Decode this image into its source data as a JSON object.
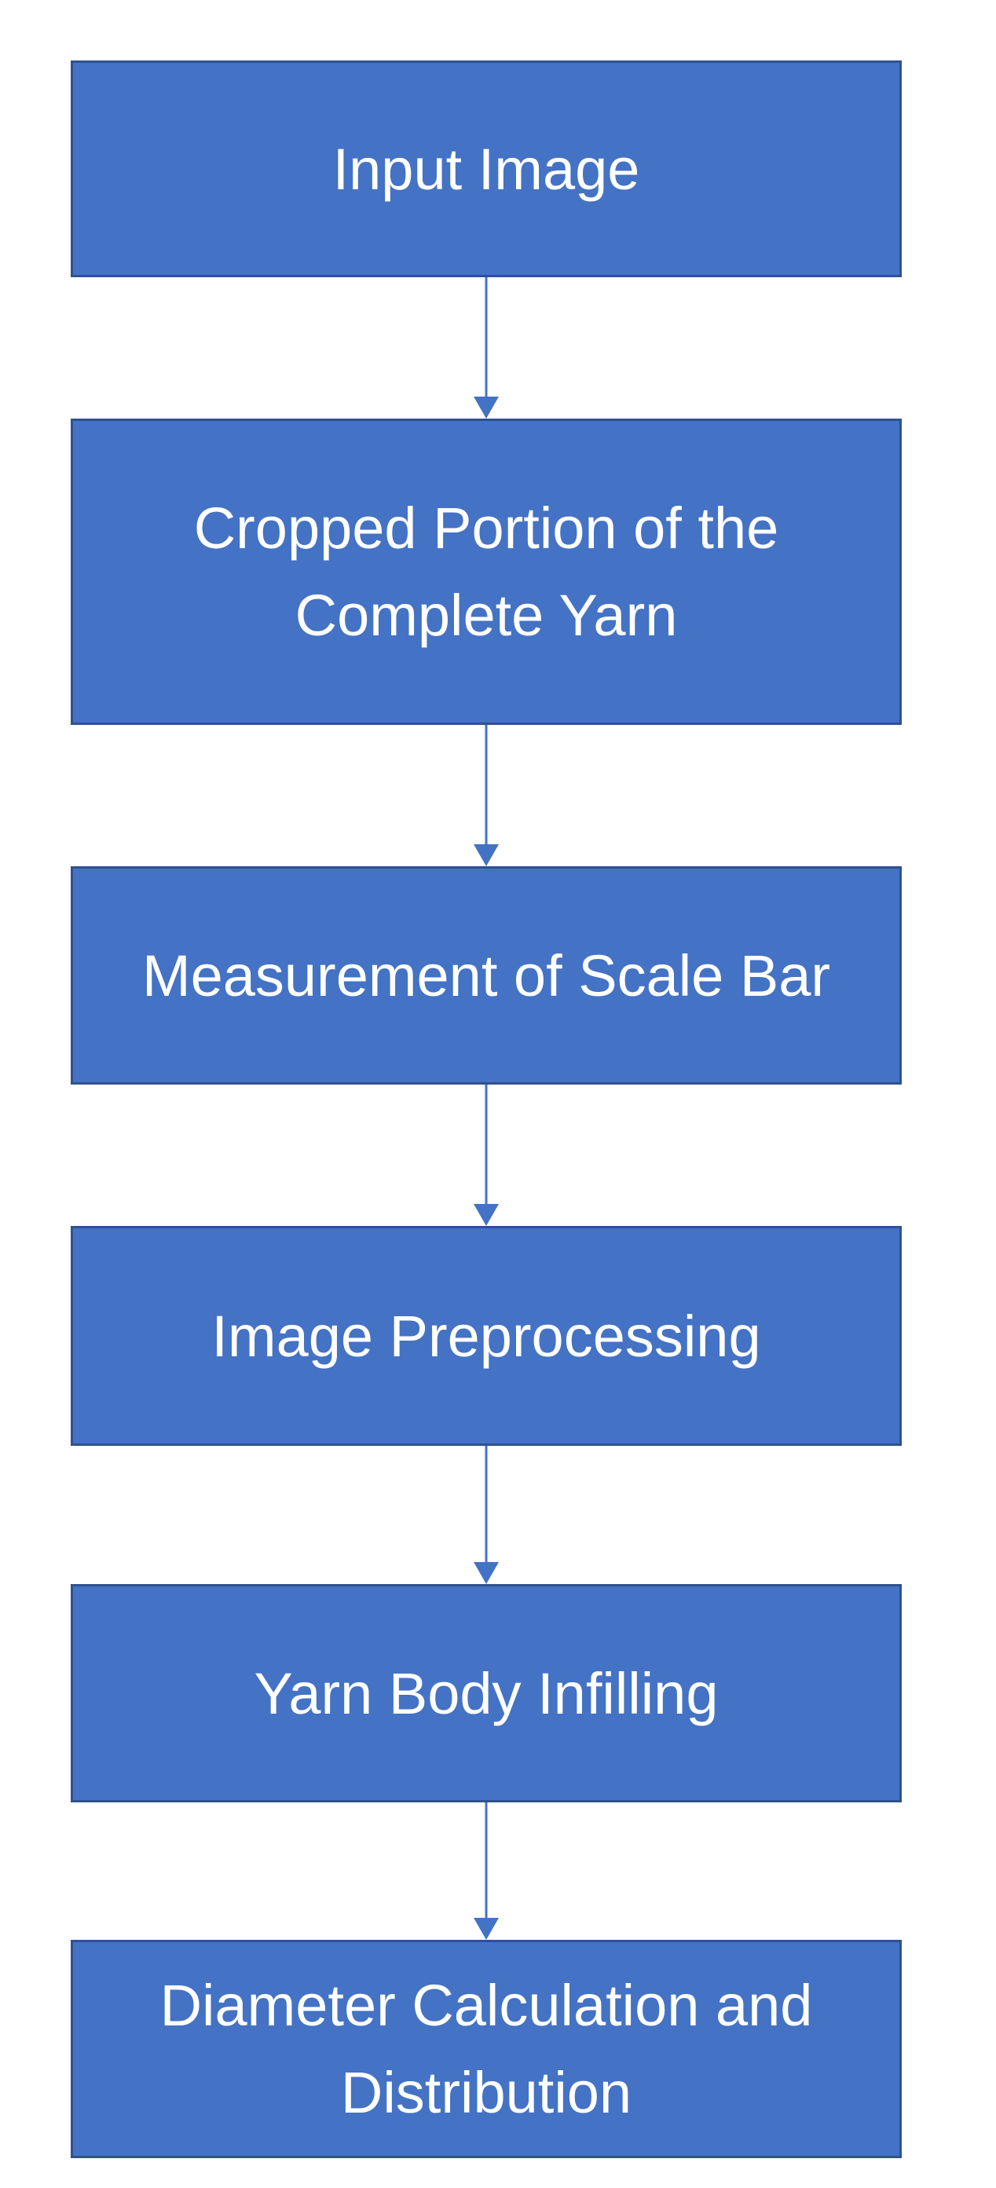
{
  "flowchart": {
    "steps": [
      {
        "label": "Input Image"
      },
      {
        "label": "Cropped Portion of the Complete Yarn"
      },
      {
        "label": "Measurement of Scale Bar"
      },
      {
        "label": "Image Preprocessing"
      },
      {
        "label": "Yarn Body Infilling"
      },
      {
        "label": "Diameter Calculation and Distribution"
      }
    ],
    "colors": {
      "box_fill": "#4472c4",
      "box_border": "#2f528f",
      "text": "#ffffff",
      "arrow": "#4472c4"
    }
  }
}
